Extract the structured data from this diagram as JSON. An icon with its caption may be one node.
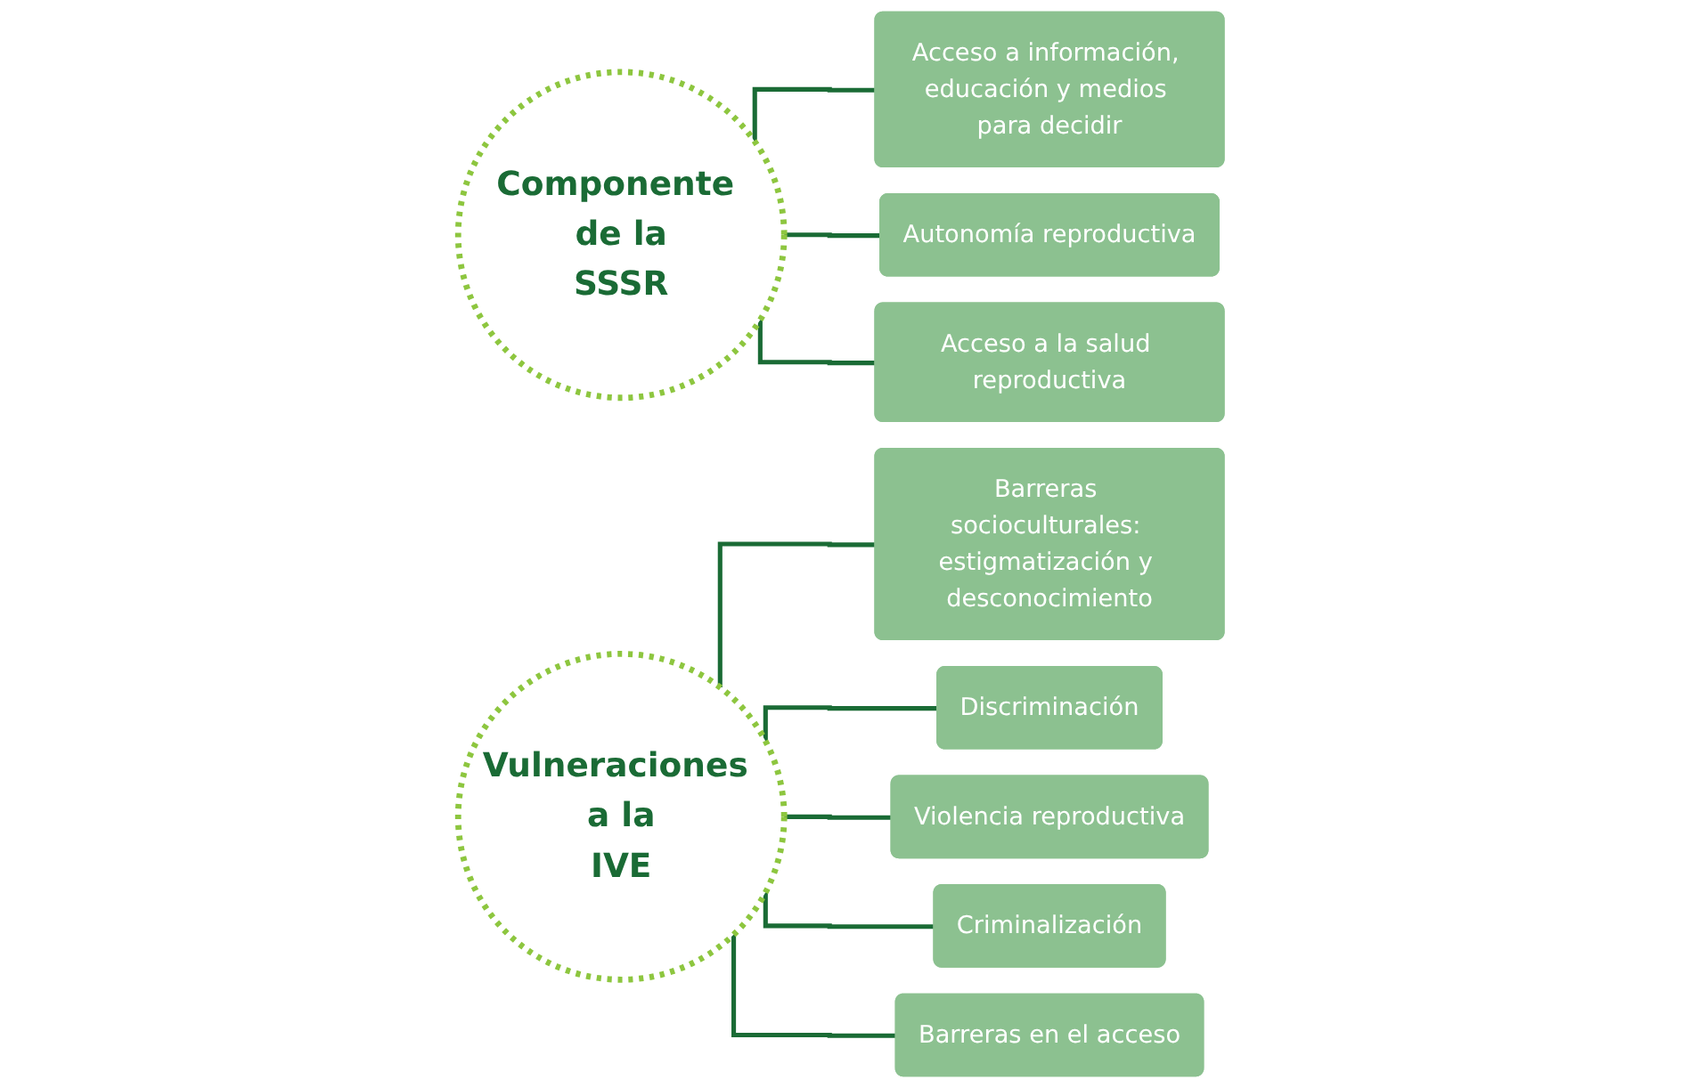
{
  "diagram": {
    "nodes": [
      {
        "text": [
          "Componente de la",
          "SSSR"
        ]
      },
      {
        "text": [
          "Acceso a información, educación y medios para decidir"
        ]
      },
      {
        "text": [
          "Autonomía reproductiva"
        ]
      },
      {
        "text": [
          "Acceso a la salud reproductiva"
        ]
      },
      {
        "text": [
          "Vulneraciones a la",
          "IVE"
        ]
      },
      {
        "text": [
          "Barreras socioculturales: estigmatización y desconocimiento"
        ]
      },
      {
        "text": [
          "Discriminación"
        ]
      },
      {
        "text": [
          "Violencia reproductiva"
        ]
      },
      {
        "text": [
          "Criminalización"
        ]
      },
      {
        "text": [
          "Barreras en el acceso"
        ]
      }
    ],
    "edges": [
      {
        "from": 0,
        "to": 1,
        "arrow": "none"
      },
      {
        "from": 0,
        "to": 2,
        "arrow": "none"
      },
      {
        "from": 0,
        "to": 3,
        "arrow": "none"
      },
      {
        "from": 4,
        "to": 5,
        "arrow": "none"
      },
      {
        "from": 4,
        "to": 6,
        "arrow": "none"
      },
      {
        "from": 4,
        "to": 7,
        "arrow": "none"
      },
      {
        "from": 4,
        "to": 8,
        "arrow": "none"
      },
      {
        "from": 4,
        "to": 9,
        "arrow": "none"
      }
    ]
  }
}
